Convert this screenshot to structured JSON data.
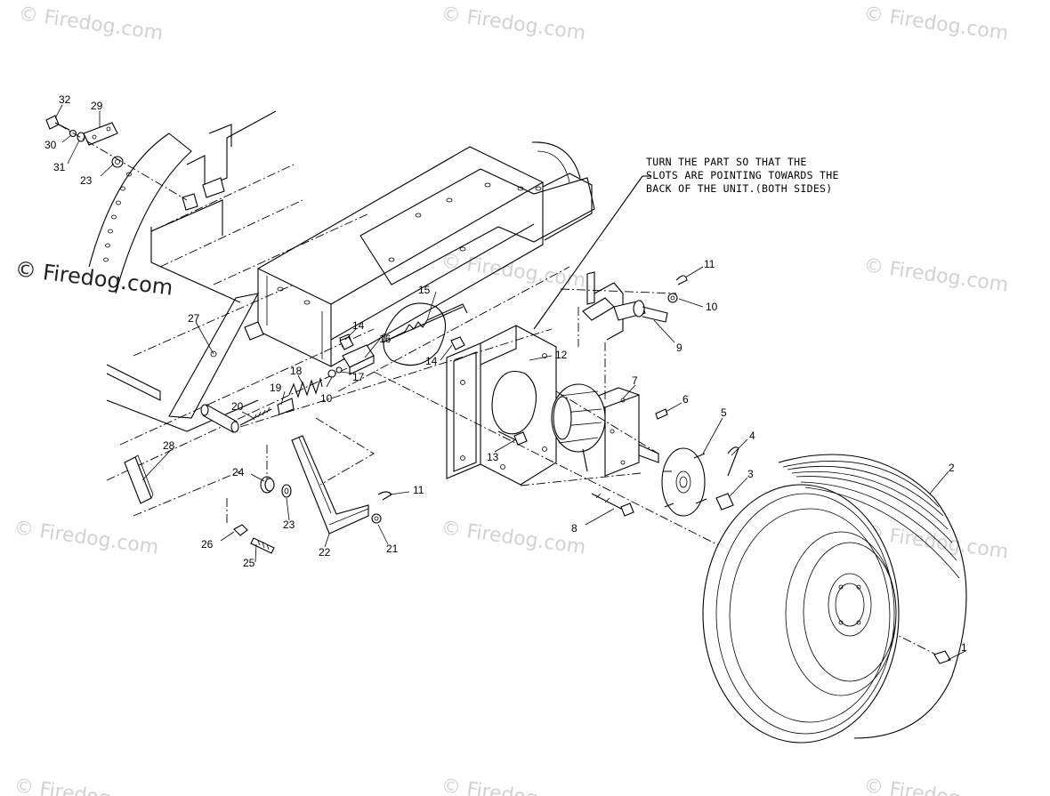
{
  "watermark": {
    "text": "Firedog.com",
    "symbol": "©"
  },
  "note": {
    "lines": [
      "TURN THE PART SO THAT THE",
      "SLOTS ARE POINTING TOWARDS THE",
      "BACK OF THE UNIT.(BOTH SIDES)"
    ]
  },
  "callouts": {
    "c1": "1",
    "c2": "2",
    "c3": "3",
    "c4": "4",
    "c5": "5",
    "c6": "6",
    "c7": "7",
    "c8": "8",
    "c9": "9",
    "c10a": "10",
    "c10b": "10",
    "c11a": "11",
    "c11b": "11",
    "c12": "12",
    "c13": "13",
    "c14a": "14",
    "c14b": "14",
    "c15": "15",
    "c16": "16",
    "c17": "17",
    "c18": "18",
    "c19": "19",
    "c20": "20",
    "c21": "21",
    "c22": "22",
    "c23a": "23",
    "c23b": "23",
    "c24": "24",
    "c25": "25",
    "c26": "26",
    "c27": "27",
    "c28": "28",
    "c29": "29",
    "c30": "30",
    "c31": "31",
    "c32": "32"
  }
}
